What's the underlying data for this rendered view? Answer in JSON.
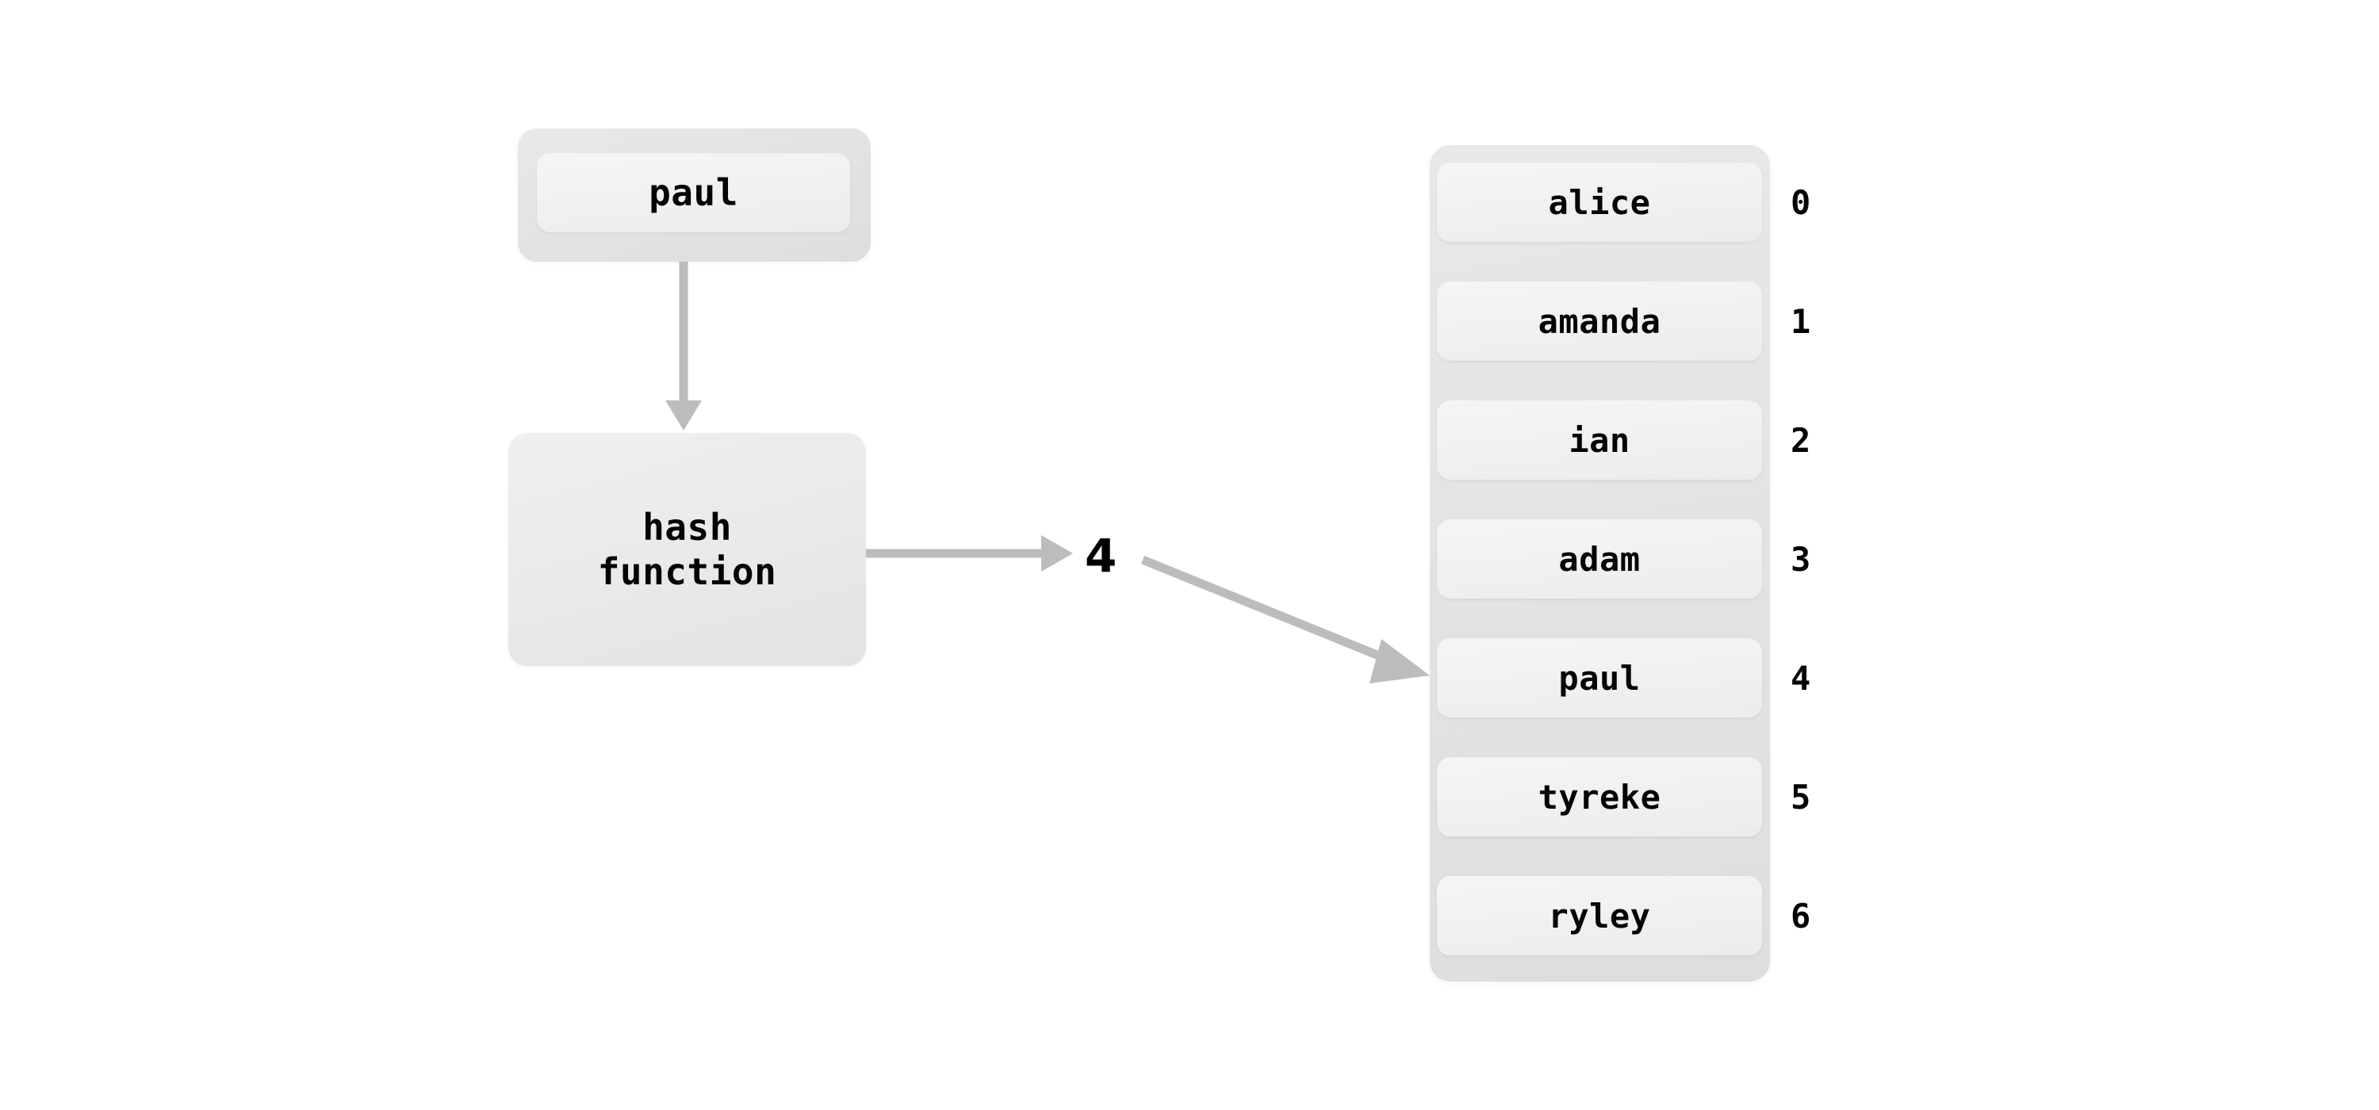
{
  "diagram": {
    "title": "hash function mapping key to table slot",
    "accent_color": "#bcbcbc",
    "text_color": "#050505",
    "background": "#ffffff"
  },
  "source_key": {
    "label": "paul"
  },
  "hash_function": {
    "line1": "hash",
    "line2": "function"
  },
  "hash_value": {
    "value": "4"
  },
  "table": {
    "slots": [
      {
        "name": "alice",
        "index": "0"
      },
      {
        "name": "amanda",
        "index": "1"
      },
      {
        "name": "ian",
        "index": "2"
      },
      {
        "name": "adam",
        "index": "3"
      },
      {
        "name": "paul",
        "index": "4"
      },
      {
        "name": "tyreke",
        "index": "5"
      },
      {
        "name": "ryley",
        "index": "6"
      }
    ]
  },
  "arrows": [
    {
      "name": "key-to-hash-arrow",
      "from": "source_key",
      "to": "hash_function"
    },
    {
      "name": "hash-to-value-arrow",
      "from": "hash_function",
      "to": "hash_value"
    },
    {
      "name": "value-to-slot-arrow",
      "from": "hash_value",
      "to": "slot-4"
    }
  ]
}
